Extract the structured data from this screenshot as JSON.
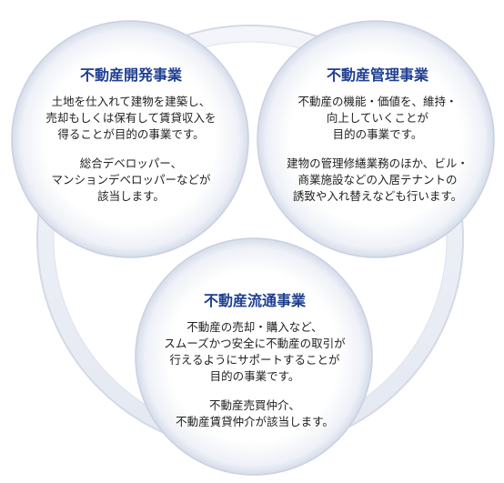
{
  "colors": {
    "title": "#1f3f91",
    "text": "#222222",
    "ring_stroke": "#d9dee9",
    "circle_edge": "#c9d0e0",
    "circle_fill": "#ffffff"
  },
  "circles": {
    "development": {
      "title": "不動産開発事業",
      "paragraphs": [
        "土地を仕入れて建物を建築し、\n売却もしくは保有して賃貸収入を\n得ることが目的の事業です。",
        "総合デベロッパー、\nマンションデベロッパーなどが\n該当します。"
      ]
    },
    "management": {
      "title": "不動産管理事業",
      "paragraphs": [
        "不動産の機能・価値を、維持・\n向上していくことが\n目的の事業です。",
        "建物の管理修繕業務のほか、ビル・\n商業施設などの入居テナントの\n誘致や入れ替えなども行います。"
      ]
    },
    "distribution": {
      "title": "不動産流通事業",
      "paragraphs": [
        "不動産の売却・購入など、\nスムーズかつ安全に不動産の取引が\n行えるようにサポートすることが\n目的の事業です。",
        "不動産売買仲介、\n不動産賃貸仲介が該当します。"
      ]
    }
  }
}
